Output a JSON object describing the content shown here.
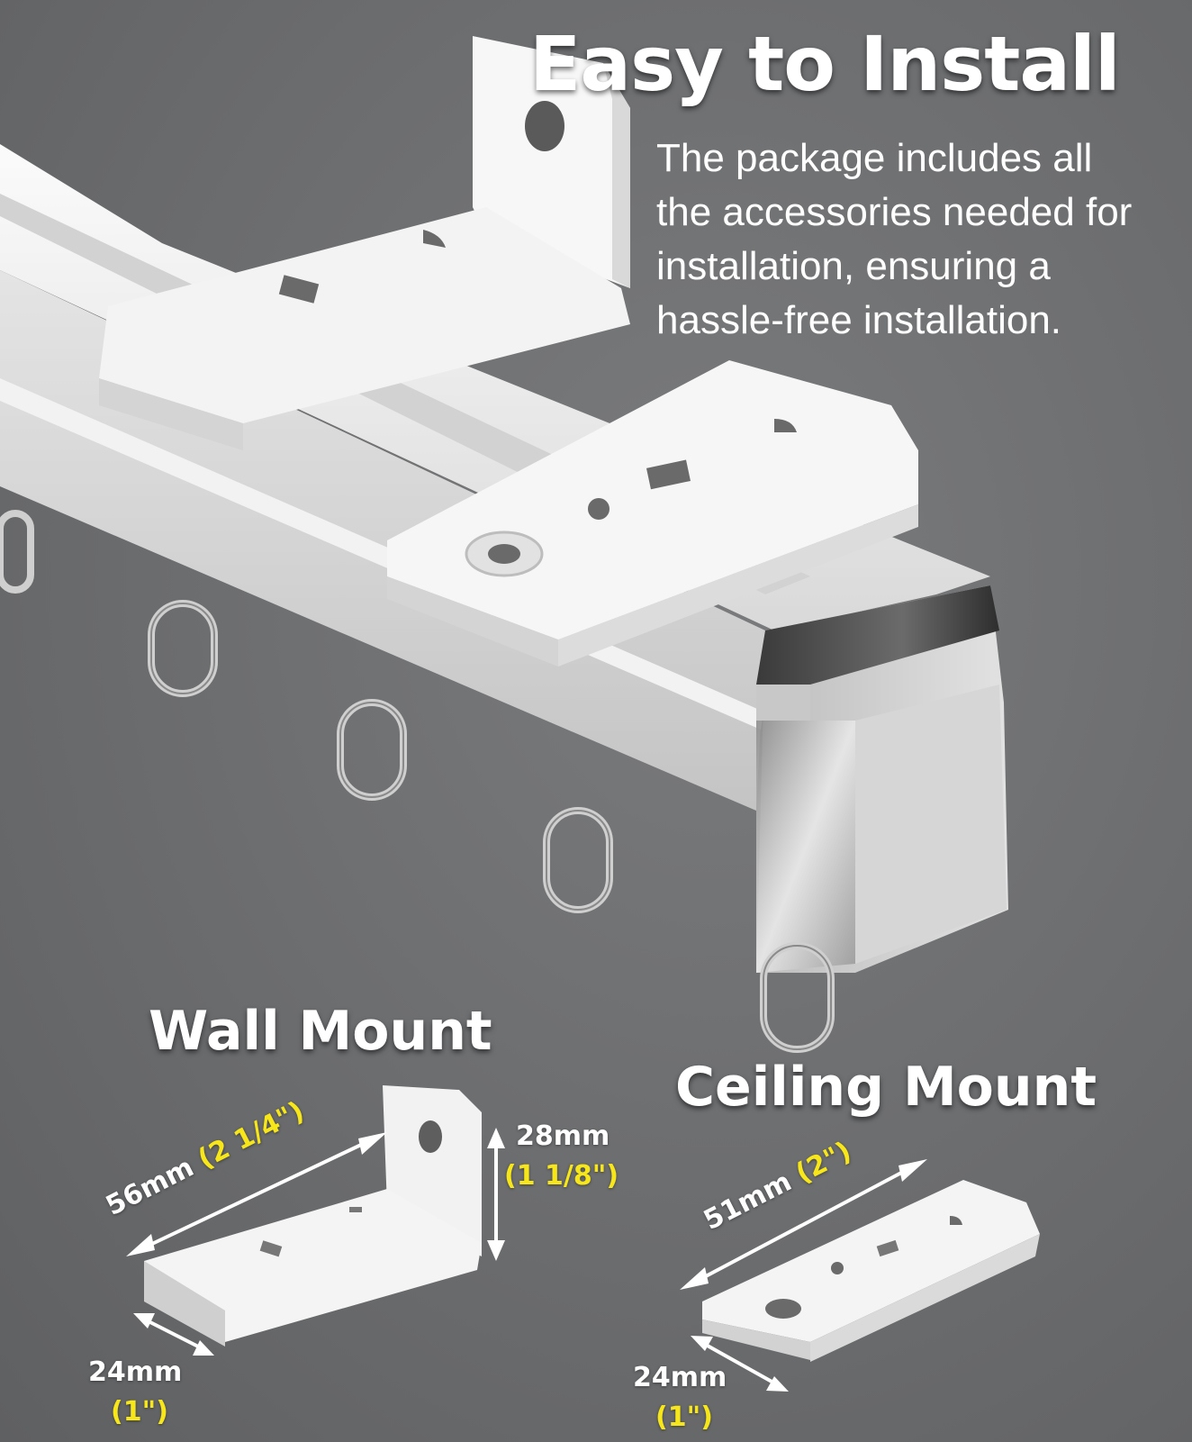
{
  "heading": {
    "title": "Easy to Install",
    "description_lines": [
      "The package includes all",
      "the accessories needed for",
      "installation, ensuring a",
      "hassle-free installation."
    ]
  },
  "wall_mount": {
    "title": "Wall Mount",
    "length_mm": "56mm",
    "length_in": "(2 1/4\")",
    "height_mm": "28mm",
    "height_in": "(1 1/8\")",
    "width_mm": "24mm",
    "width_in": "(1\")"
  },
  "ceiling_mount": {
    "title": "Ceiling Mount",
    "length_mm": "51mm",
    "length_in": "(2\")",
    "width_mm": "24mm",
    "width_in": "(1\")"
  },
  "colors": {
    "background": "#6e6f71",
    "text": "#ffffff",
    "imperial_highlight": "#f6e61a",
    "track": "#eeeeee"
  }
}
